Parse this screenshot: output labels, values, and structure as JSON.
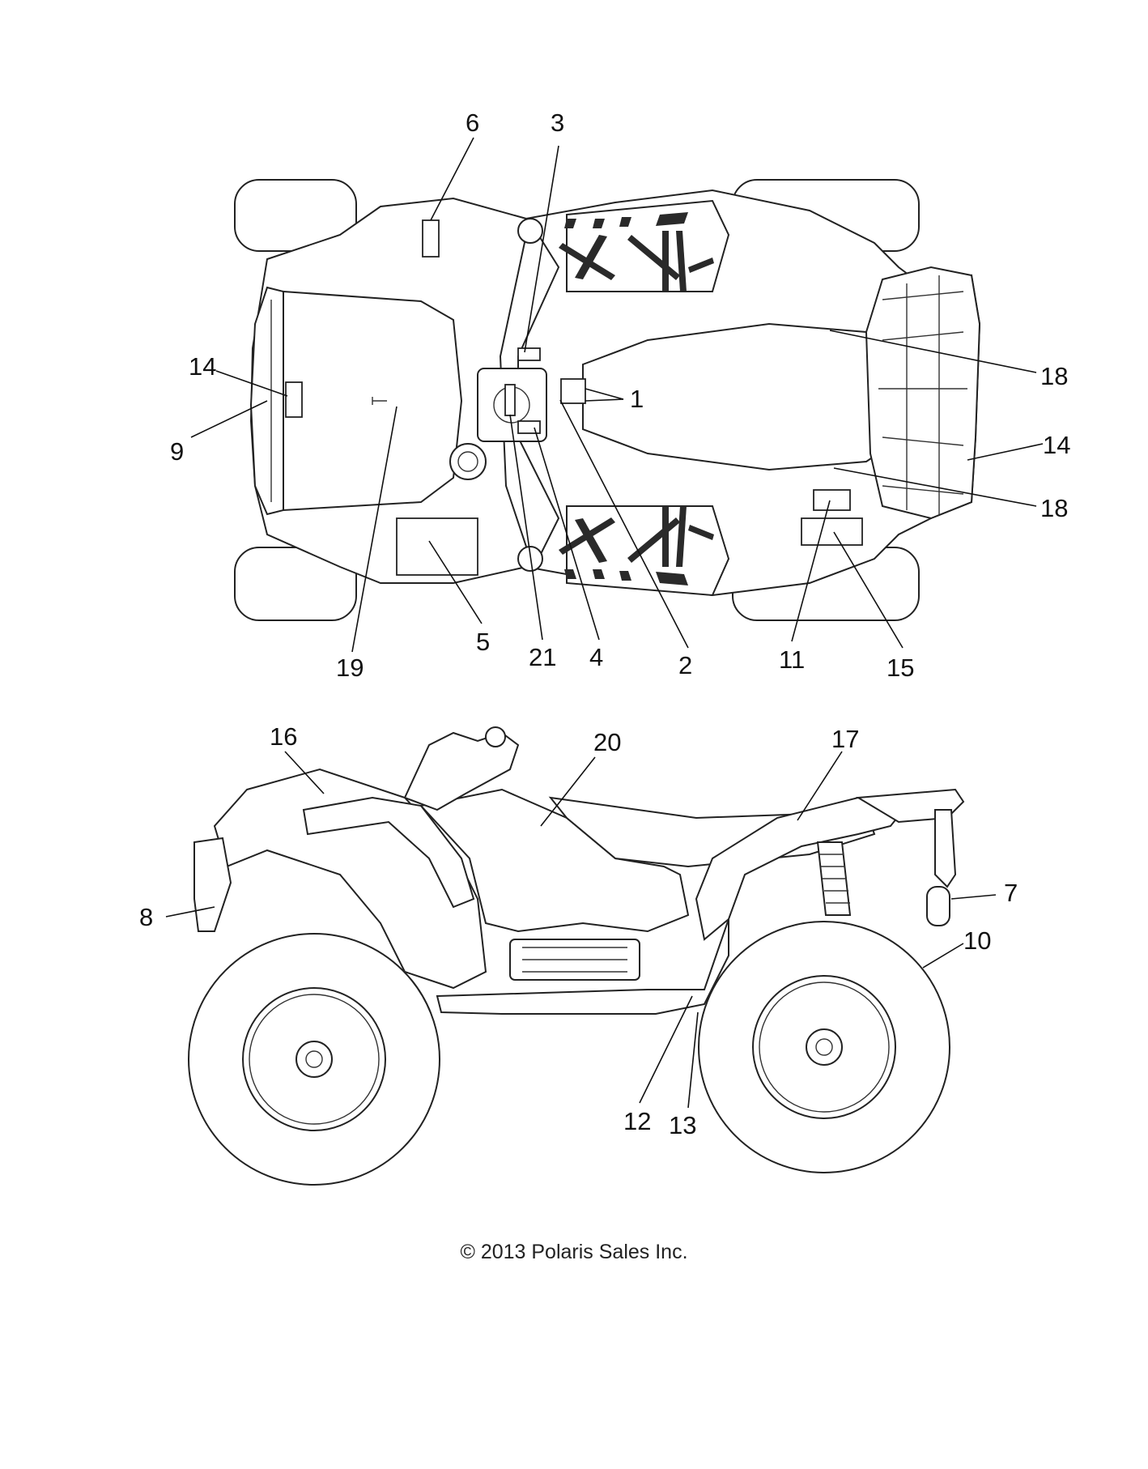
{
  "callouts": [
    {
      "id": "1",
      "label": "1"
    },
    {
      "id": "2",
      "label": "2"
    },
    {
      "id": "3",
      "label": "3"
    },
    {
      "id": "4",
      "label": "4"
    },
    {
      "id": "5",
      "label": "5"
    },
    {
      "id": "6",
      "label": "6"
    },
    {
      "id": "7",
      "label": "7"
    },
    {
      "id": "8",
      "label": "8"
    },
    {
      "id": "9",
      "label": "9"
    },
    {
      "id": "10",
      "label": "10"
    },
    {
      "id": "11",
      "label": "11"
    },
    {
      "id": "12",
      "label": "12"
    },
    {
      "id": "13",
      "label": "13"
    },
    {
      "id": "14a",
      "label": "14"
    },
    {
      "id": "14b",
      "label": "14"
    },
    {
      "id": "15",
      "label": "15"
    },
    {
      "id": "16",
      "label": "16"
    },
    {
      "id": "17",
      "label": "17"
    },
    {
      "id": "18a",
      "label": "18"
    },
    {
      "id": "18b",
      "label": "18"
    },
    {
      "id": "19",
      "label": "19"
    },
    {
      "id": "20",
      "label": "20"
    },
    {
      "id": "21",
      "label": "21"
    }
  ],
  "copyright": "© 2013 Polaris Sales Inc.",
  "colors": {
    "line": "#222222",
    "background": "#ffffff"
  }
}
